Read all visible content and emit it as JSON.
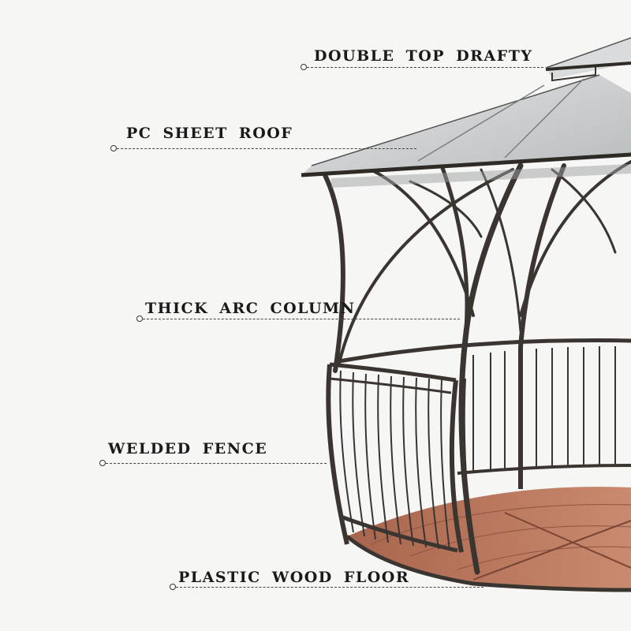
{
  "callouts": {
    "double_top": "DOUBLE TOP DRAFTY",
    "pc_roof": "PC SHEET ROOF",
    "arc_column": "THICK ARC COLUMN",
    "welded_fence": "WELDED FENCE",
    "wood_floor": "PLASTIC WOOD FLOOR"
  },
  "colors": {
    "background": "#f6f6f4",
    "frame": "#3a3530",
    "roof_panel": "#c9cccd",
    "deck": "#b5735a"
  }
}
